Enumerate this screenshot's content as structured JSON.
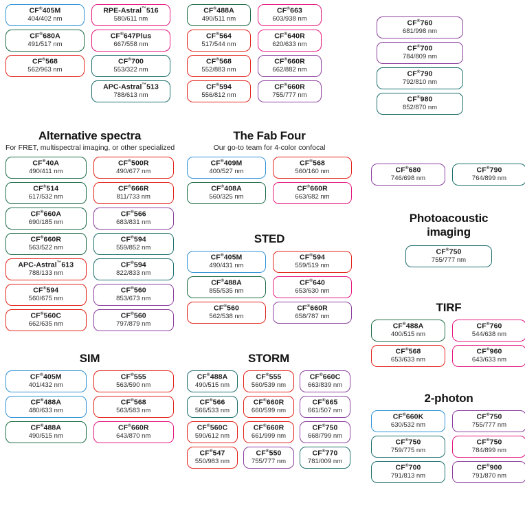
{
  "top_groups": [
    {
      "id": "top-left",
      "columns": [
        [
          {
            "name": "CF",
            "reg": "®",
            "suffix": "405M",
            "spec": "404/402 nm",
            "color": "blue"
          },
          {
            "name": "CF",
            "reg": "®",
            "suffix": "680A",
            "spec": "491/517 nm",
            "color": "green"
          },
          {
            "name": "CF",
            "reg": "®",
            "suffix": "568",
            "spec": "562/963 nm",
            "color": "red"
          }
        ],
        [
          {
            "name": "RPE-Astral",
            "reg": "™",
            "suffix": "516",
            "spec": "580/611 nm",
            "color": "magenta"
          },
          {
            "name": "CF",
            "reg": "®",
            "suffix": "647Plus",
            "spec": "667/558 nm",
            "color": "magenta"
          },
          {
            "name": "CF",
            "reg": "®",
            "suffix": "700",
            "spec": "553/322 nm",
            "color": "teal"
          },
          {
            "name": "APC-Astral",
            "reg": "™",
            "suffix": "513",
            "spec": "788/613 nm",
            "color": "teal"
          }
        ]
      ]
    },
    {
      "id": "top-mid",
      "columns": [
        [
          {
            "name": "CF",
            "reg": "®",
            "suffix": "488A",
            "spec": "490/511 nm",
            "color": "green"
          },
          {
            "name": "CF",
            "reg": "®",
            "suffix": "564",
            "spec": "517/544 nm",
            "color": "red"
          },
          {
            "name": "CF",
            "reg": "®",
            "suffix": "568",
            "spec": "552/883 nm",
            "color": "red"
          },
          {
            "name": "CF",
            "reg": "®",
            "suffix": "594",
            "spec": "556/812 nm",
            "color": "red"
          }
        ],
        [
          {
            "name": "CF",
            "reg": "®",
            "suffix": "663",
            "spec": "603/938 nm",
            "color": "magenta"
          },
          {
            "name": "CF",
            "reg": "®",
            "suffix": "640R",
            "spec": "620/633 nm",
            "color": "magenta"
          },
          {
            "name": "CF",
            "reg": "®",
            "suffix": "660R",
            "spec": "662/882 nm",
            "color": "purple"
          },
          {
            "name": "CF",
            "reg": "®",
            "suffix": "660R",
            "spec": "755/777 nm",
            "color": "purple"
          }
        ]
      ]
    },
    {
      "id": "top-right",
      "columns": [
        [
          {
            "name": "CF",
            "reg": "®",
            "suffix": "760",
            "spec": "681/998 nm",
            "color": "purple"
          },
          {
            "name": "CF",
            "reg": "®",
            "suffix": "700",
            "spec": "784/809 nm",
            "color": "purple"
          },
          {
            "name": "CF",
            "reg": "®",
            "suffix": "790",
            "spec": "792/810 nm",
            "color": "teal"
          },
          {
            "name": "CF",
            "reg": "®",
            "suffix": "980",
            "spec": "852/870 nm",
            "color": "teal"
          }
        ]
      ]
    }
  ],
  "sections": [
    {
      "id": "alt-spectra",
      "title": "Alternative spectra",
      "subtitle": "For FRET, multispectral imaging, or other specialized",
      "columns": [
        [
          {
            "name": "CF",
            "reg": "®",
            "suffix": "40A",
            "spec": "490/411 nm",
            "color": "green"
          },
          {
            "name": "CF",
            "reg": "®",
            "suffix": "514",
            "spec": "617/532 nm",
            "color": "green"
          },
          {
            "name": "CF",
            "reg": "®",
            "suffix": "660A",
            "spec": "690/185 nm",
            "color": "green"
          },
          {
            "name": "CF",
            "reg": "®",
            "suffix": "660R",
            "spec": "563/522 nm",
            "color": "green"
          },
          {
            "name": "APC-Astral",
            "reg": "™",
            "suffix": "613",
            "spec": "788/133 nm",
            "color": "red"
          },
          {
            "name": "CF",
            "reg": "®",
            "suffix": "594",
            "spec": "560/675 nm",
            "color": "red"
          },
          {
            "name": "CF",
            "reg": "®",
            "suffix": "560C",
            "spec": "662/635 nm",
            "color": "red"
          }
        ],
        [
          {
            "name": "CF",
            "reg": "®",
            "suffix": "500R",
            "spec": "490/677 nm",
            "color": "red"
          },
          {
            "name": "CF",
            "reg": "®",
            "suffix": "666R",
            "spec": "811/733 nm",
            "color": "red"
          },
          {
            "name": "CF",
            "reg": "®",
            "suffix": "566",
            "spec": "683/831 nm",
            "color": "purple"
          },
          {
            "name": "CF",
            "reg": "®",
            "suffix": "594",
            "spec": "559/852 nm",
            "color": "teal"
          },
          {
            "name": "CF",
            "reg": "®",
            "suffix": "594",
            "spec": "822/833 nm",
            "color": "teal"
          },
          {
            "name": "CF",
            "reg": "®",
            "suffix": "560",
            "spec": "853/673 nm",
            "color": "purple"
          },
          {
            "name": "CF",
            "reg": "®",
            "suffix": "560",
            "spec": "797/879 nm",
            "color": "purple"
          }
        ]
      ]
    },
    {
      "id": "fab-four",
      "title": "The Fab Four",
      "subtitle": "Our go-to team for 4-color confocal",
      "columns": [
        [
          {
            "name": "CF",
            "reg": "®",
            "suffix": "409M",
            "spec": "400/527 nm",
            "color": "blue"
          },
          {
            "name": "CF",
            "reg": "®",
            "suffix": "408A",
            "spec": "560/325 nm",
            "color": "green"
          }
        ],
        [
          {
            "name": "CF",
            "reg": "®",
            "suffix": "568",
            "spec": "560/160 nm",
            "color": "red"
          },
          {
            "name": "CF",
            "reg": "®",
            "suffix": "660R",
            "spec": "663/682 nm",
            "color": "magenta"
          }
        ]
      ]
    },
    {
      "id": "sted",
      "title": "STED",
      "subtitle": "",
      "columns": [
        [
          {
            "name": "CF",
            "reg": "®",
            "suffix": "405M",
            "spec": "490/431 nm",
            "color": "blue"
          },
          {
            "name": "CF",
            "reg": "®",
            "suffix": "488A",
            "spec": "855/535 nm",
            "color": "green"
          },
          {
            "name": "CF",
            "reg": "®",
            "suffix": "560",
            "spec": "562/538 nm",
            "color": "red"
          }
        ],
        [
          {
            "name": "CF",
            "reg": "®",
            "suffix": "594",
            "spec": "559/519 nm",
            "color": "red"
          },
          {
            "name": "CF",
            "reg": "®",
            "suffix": "640",
            "spec": "653/630 nm",
            "color": "magenta"
          },
          {
            "name": "CF",
            "reg": "®",
            "suffix": "660R",
            "spec": "658/787 nm",
            "color": "purple"
          }
        ]
      ]
    },
    {
      "id": "sim",
      "title": "SIM",
      "subtitle": "",
      "columns": [
        [
          {
            "name": "CF",
            "reg": "®",
            "suffix": "405M",
            "spec": "401/432 nm",
            "color": "blue"
          },
          {
            "name": "CF",
            "reg": "®",
            "suffix": "488A",
            "spec": "480/633 nm",
            "color": "blue"
          },
          {
            "name": "CF",
            "reg": "®",
            "suffix": "488A",
            "spec": "490/515 nm",
            "color": "green"
          }
        ],
        [
          {
            "name": "CF",
            "reg": "®",
            "suffix": "555",
            "spec": "563/590 nm",
            "color": "red"
          },
          {
            "name": "CF",
            "reg": "®",
            "suffix": "568",
            "spec": "563/583 nm",
            "color": "red"
          },
          {
            "name": "CF",
            "reg": "®",
            "suffix": "660R",
            "spec": "643/870 nm",
            "color": "magenta"
          }
        ]
      ]
    }
  ],
  "storm": {
    "id": "storm",
    "title": "STORM",
    "columns": [
      [
        {
          "name": "CF",
          "reg": "®",
          "suffix": "488A",
          "spec": "490/515 nm",
          "color": "teal"
        },
        {
          "name": "CF",
          "reg": "®",
          "suffix": "566",
          "spec": "566/533 nm",
          "color": "teal"
        },
        {
          "name": "CF",
          "reg": "®",
          "suffix": "560C",
          "spec": "590/612 nm",
          "color": "red"
        },
        {
          "name": "CF",
          "reg": "®",
          "suffix": "547",
          "spec": "550/983 nm",
          "color": "red"
        }
      ],
      [
        {
          "name": "CF",
          "reg": "®",
          "suffix": "555",
          "spec": "560/539 nm",
          "color": "red"
        },
        {
          "name": "CF",
          "reg": "®",
          "suffix": "660R",
          "spec": "660/599 nm",
          "color": "red"
        },
        {
          "name": "CF",
          "reg": "®",
          "suffix": "660R",
          "spec": "661/999 nm",
          "color": "red"
        },
        {
          "name": "CF",
          "reg": "®",
          "suffix": "550",
          "spec": "755/777 nm",
          "color": "purple"
        }
      ],
      [
        {
          "name": "CF",
          "reg": "®",
          "suffix": "660C",
          "spec": "663/839 nm",
          "color": "purple"
        },
        {
          "name": "CF",
          "reg": "®",
          "suffix": "665",
          "spec": "661/507 nm",
          "color": "purple"
        },
        {
          "name": "CF",
          "reg": "®",
          "suffix": "750",
          "spec": "668/799 nm",
          "color": "purple"
        },
        {
          "name": "CF",
          "reg": "®",
          "suffix": "770",
          "spec": "781/009 nm",
          "color": "teal"
        }
      ]
    ]
  },
  "pa_top": {
    "id": "pa-top",
    "columns": [
      [
        {
          "name": "CF",
          "reg": "®",
          "suffix": "680",
          "spec": "746/698 nm",
          "color": "purple"
        }
      ],
      [
        {
          "name": "CF",
          "reg": "®",
          "suffix": "790",
          "spec": "764/899 nm",
          "color": "teal"
        }
      ]
    ]
  },
  "photoacoustic": {
    "id": "photoac",
    "title_line1": "Photoacoustic",
    "title_line2": "imaging",
    "chip": {
      "name": "CF",
      "reg": "®",
      "suffix": "750",
      "spec": "755/777 nm",
      "color": "teal"
    }
  },
  "tirf": {
    "id": "tirf",
    "title": "TIRF",
    "columns": [
      [
        {
          "name": "CF",
          "reg": "®",
          "suffix": "488A",
          "spec": "400/515 nm",
          "color": "green"
        },
        {
          "name": "CF",
          "reg": "®",
          "suffix": "568",
          "spec": "653/633 nm",
          "color": "red"
        }
      ],
      [
        {
          "name": "CF",
          "reg": "®",
          "suffix": "760",
          "spec": "544/638 nm",
          "color": "magenta"
        },
        {
          "name": "CF",
          "reg": "®",
          "suffix": "960",
          "spec": "643/633 nm",
          "color": "magenta"
        }
      ]
    ]
  },
  "twophoton": {
    "id": "twophoton",
    "title": "2-photon",
    "columns": [
      [
        {
          "name": "CF",
          "reg": "®",
          "suffix": "660K",
          "spec": "630/532 nm",
          "color": "blue"
        },
        {
          "name": "CF",
          "reg": "®",
          "suffix": "750",
          "spec": "759/775 nm",
          "color": "teal"
        },
        {
          "name": "CF",
          "reg": "®",
          "suffix": "700",
          "spec": "791/813 nm",
          "color": "teal"
        }
      ],
      [
        {
          "name": "CF",
          "reg": "®",
          "suffix": "750",
          "spec": "755/777 nm",
          "color": "purple"
        },
        {
          "name": "CF",
          "reg": "®",
          "suffix": "750",
          "spec": "784/899 nm",
          "color": "magenta"
        },
        {
          "name": "CF",
          "reg": "®",
          "suffix": "900",
          "spec": "791/870 nm",
          "color": "purple"
        }
      ]
    ]
  },
  "colors": {
    "blue": "#2f92d6",
    "green": "#1d6b45",
    "teal": "#1c6f6d",
    "red": "#e2231a",
    "magenta": "#e5187f",
    "purple": "#8b3f9e"
  }
}
